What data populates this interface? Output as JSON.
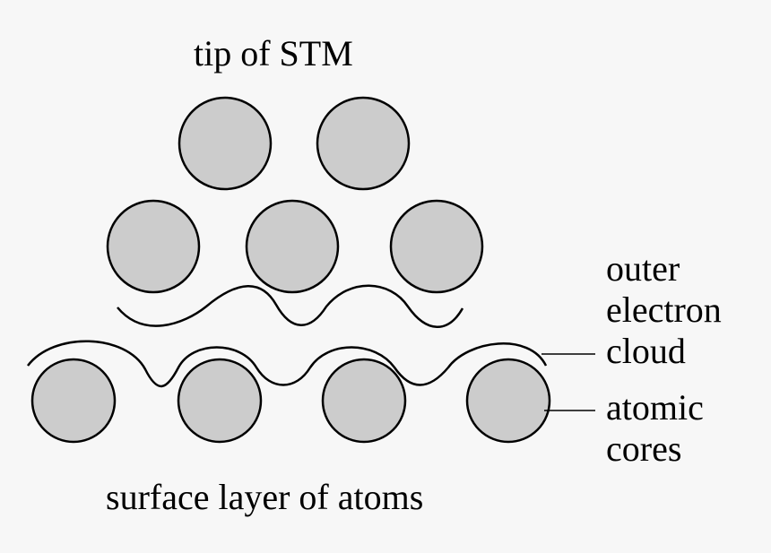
{
  "labels": {
    "tip": "tip of STM",
    "surface": "surface layer of atoms",
    "outer_cloud": [
      "outer",
      "electron",
      "cloud"
    ],
    "atomic_cores": [
      "atomic",
      "cores"
    ]
  },
  "colors": {
    "background": "#f7f7f7",
    "atom_fill": "#cccccc",
    "stroke": "#000000"
  }
}
